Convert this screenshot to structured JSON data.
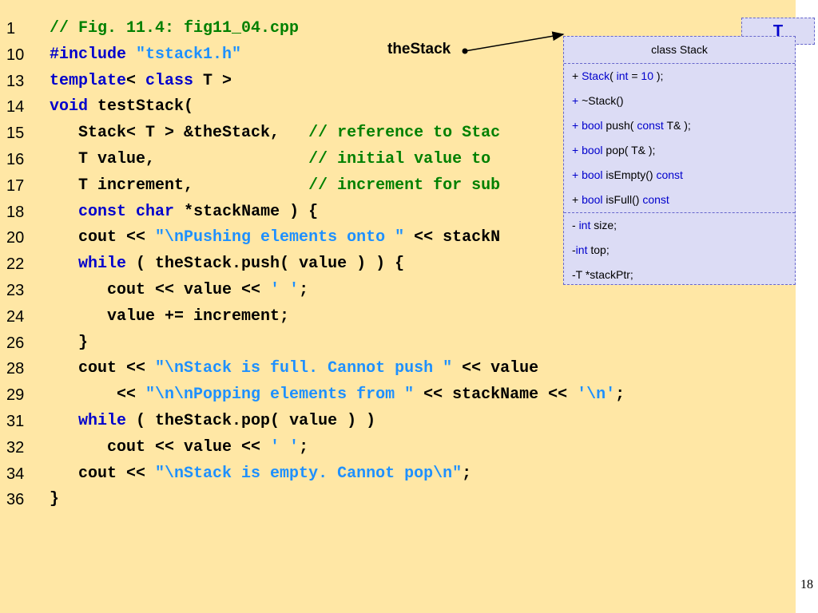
{
  "code_lines": [
    {
      "num": "1",
      "parts": [
        {
          "t": "// Fig. 11.4: fig11_04.cpp",
          "c": "cm"
        }
      ]
    },
    {
      "num": "10",
      "parts": [
        {
          "t": "#include ",
          "c": "kw"
        },
        {
          "t": "\"tstack1.h\"",
          "c": "st"
        }
      ]
    },
    {
      "num": "13",
      "parts": [
        {
          "t": "template",
          "c": "kw"
        },
        {
          "t": "< "
        },
        {
          "t": "class",
          "c": "kw"
        },
        {
          "t": " T >"
        }
      ]
    },
    {
      "num": "14",
      "parts": [
        {
          "t": "void",
          "c": "kw"
        },
        {
          "t": " testStack("
        }
      ]
    },
    {
      "num": "15",
      "parts": [
        {
          "t": "   Stack< T > &theStack,   "
        },
        {
          "t": "// reference to Stac",
          "c": "cm"
        }
      ]
    },
    {
      "num": "16",
      "parts": [
        {
          "t": "   T value,                "
        },
        {
          "t": "// initial value to",
          "c": "cm"
        }
      ]
    },
    {
      "num": "17",
      "parts": [
        {
          "t": "   T increment,            "
        },
        {
          "t": "// increment for sub",
          "c": "cm"
        }
      ]
    },
    {
      "num": "18",
      "parts": [
        {
          "t": "   "
        },
        {
          "t": "const",
          "c": "kw"
        },
        {
          "t": " "
        },
        {
          "t": "char",
          "c": "kw"
        },
        {
          "t": " *stackName ) {"
        }
      ]
    },
    {
      "num": "20",
      "parts": [
        {
          "t": "   cout << "
        },
        {
          "t": "\"\\nPushing elements onto \"",
          "c": "st"
        },
        {
          "t": " << stackN"
        }
      ]
    },
    {
      "num": "22",
      "parts": [
        {
          "t": "   "
        },
        {
          "t": "while",
          "c": "kw"
        },
        {
          "t": " ( theStack.push( value ) ) {"
        }
      ]
    },
    {
      "num": "23",
      "parts": [
        {
          "t": "      cout << value << "
        },
        {
          "t": "' '",
          "c": "st"
        },
        {
          "t": ";"
        }
      ]
    },
    {
      "num": "24",
      "parts": [
        {
          "t": "      value += increment;"
        }
      ]
    },
    {
      "num": "26",
      "parts": [
        {
          "t": "   }"
        }
      ]
    },
    {
      "num": "28",
      "parts": [
        {
          "t": "   cout << "
        },
        {
          "t": "\"\\nStack is full. Cannot push \"",
          "c": "st"
        },
        {
          "t": " << value"
        }
      ]
    },
    {
      "num": "29",
      "parts": [
        {
          "t": "       << "
        },
        {
          "t": "\"\\n\\nPopping elements from \"",
          "c": "st"
        },
        {
          "t": " << stackName << "
        },
        {
          "t": "'\\n'",
          "c": "st"
        },
        {
          "t": ";"
        }
      ]
    },
    {
      "num": "31",
      "parts": [
        {
          "t": "   "
        },
        {
          "t": "while",
          "c": "kw"
        },
        {
          "t": " ( theStack.pop( value ) )"
        }
      ]
    },
    {
      "num": "32",
      "parts": [
        {
          "t": "      cout << value << "
        },
        {
          "t": "' '",
          "c": "st"
        },
        {
          "t": ";"
        }
      ]
    },
    {
      "num": "34",
      "parts": [
        {
          "t": "   cout << "
        },
        {
          "t": "\"\\nStack is empty. Cannot pop\\n\"",
          "c": "st"
        },
        {
          "t": ";"
        }
      ]
    },
    {
      "num": "36",
      "parts": [
        {
          "t": "}"
        }
      ]
    }
  ],
  "annotation": {
    "pointer_label": "theStack",
    "template_param": "T"
  },
  "uml": {
    "title": "class Stack",
    "methods": [
      [
        {
          "t": "+ "
        },
        {
          "t": "Stack",
          "c": "kw"
        },
        {
          "t": "( "
        },
        {
          "t": "int",
          "c": "kw"
        },
        {
          "t": " = "
        },
        {
          "t": "10",
          "c": "num"
        },
        {
          "t": " );"
        }
      ],
      [
        {
          "t": "+ ",
          "c": "kw"
        },
        {
          "t": "~Stack()"
        }
      ],
      [
        {
          "t": "+ ",
          "c": "kw"
        },
        {
          "t": "bool",
          "c": "kw"
        },
        {
          "t": " push( "
        },
        {
          "t": "const",
          "c": "kw"
        },
        {
          "t": " T& );"
        }
      ],
      [
        {
          "t": "+ ",
          "c": "kw"
        },
        {
          "t": "bool",
          "c": "kw"
        },
        {
          "t": " pop( T& );"
        }
      ],
      [
        {
          "t": "+ ",
          "c": "kw"
        },
        {
          "t": "bool",
          "c": "kw"
        },
        {
          "t": " isEmpty() "
        },
        {
          "t": "const",
          "c": "kw"
        }
      ],
      [
        {
          "t": "+ "
        },
        {
          "t": "bool",
          "c": "kw"
        },
        {
          "t": " isFull() "
        },
        {
          "t": "const",
          "c": "kw"
        }
      ]
    ],
    "attributes": [
      [
        {
          "t": "- "
        },
        {
          "t": "int",
          "c": "kw"
        },
        {
          "t": " size;"
        }
      ],
      [
        {
          "t": "-"
        },
        {
          "t": "int",
          "c": "kw"
        },
        {
          "t": " top;"
        }
      ],
      [
        {
          "t": "-T *stackPtr;"
        }
      ]
    ]
  },
  "page_number": "18",
  "colors": {
    "background": "#ffe7a5",
    "keyword": "#0000cc",
    "comment": "#008000",
    "string": "#1e90ff",
    "uml_fill": "#dcdcf5"
  }
}
